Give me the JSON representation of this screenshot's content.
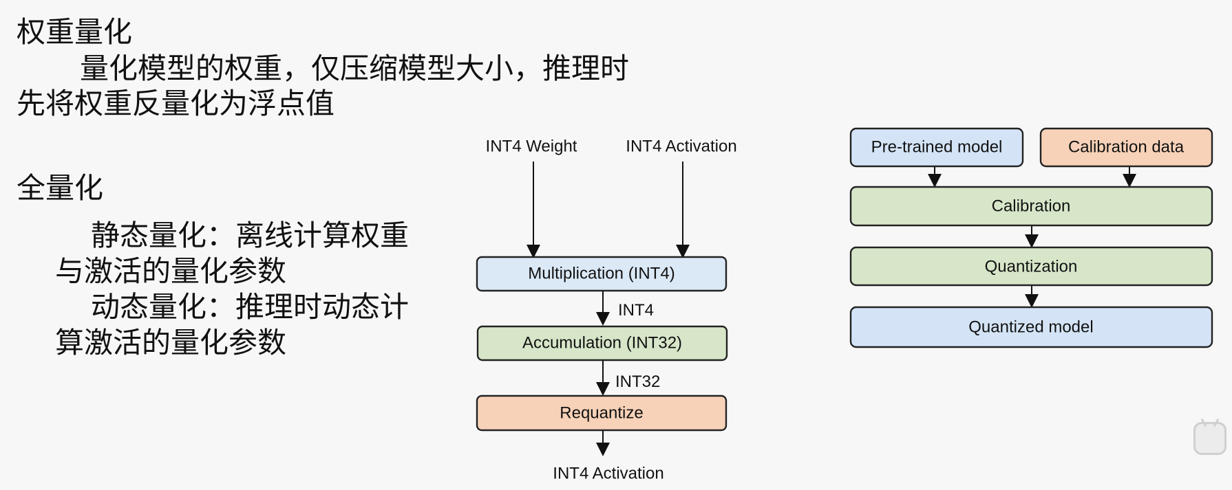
{
  "left": {
    "heading1": "权重量化",
    "line1": "量化模型的权重，仅压缩模型大小，推理时",
    "line2": "先将权重反量化为浮点值",
    "heading2": "全量化",
    "static1": "静态量化：离线计算权重",
    "static2": "与激活的量化参数",
    "dynamic1": "动态量化：推理时动态计",
    "dynamic2": "算激活的量化参数"
  },
  "middle_diagram": {
    "input_weight": "INT4 Weight",
    "input_activation": "INT4 Activation",
    "multiplication": "Multiplication (INT4)",
    "edge1": "INT4",
    "accumulation": "Accumulation (INT32)",
    "edge2": "INT32",
    "requantize": "Requantize",
    "output": "INT4 Activation",
    "colors": {
      "multiplication": "#dbe8f6",
      "accumulation": "#d7e6c9",
      "requantize": "#f7d2b8"
    }
  },
  "right_diagram": {
    "pretrained": "Pre-trained model",
    "calibration_data": "Calibration data",
    "calibration": "Calibration",
    "quantization": "Quantization",
    "quantized_model": "Quantized model",
    "colors": {
      "pretrained": "#d4e4f6",
      "calibration_data": "#f7d2b8",
      "calibration": "#d7e6c9",
      "quantization": "#d7e6c9",
      "quantized_model": "#d4e4f6"
    }
  }
}
